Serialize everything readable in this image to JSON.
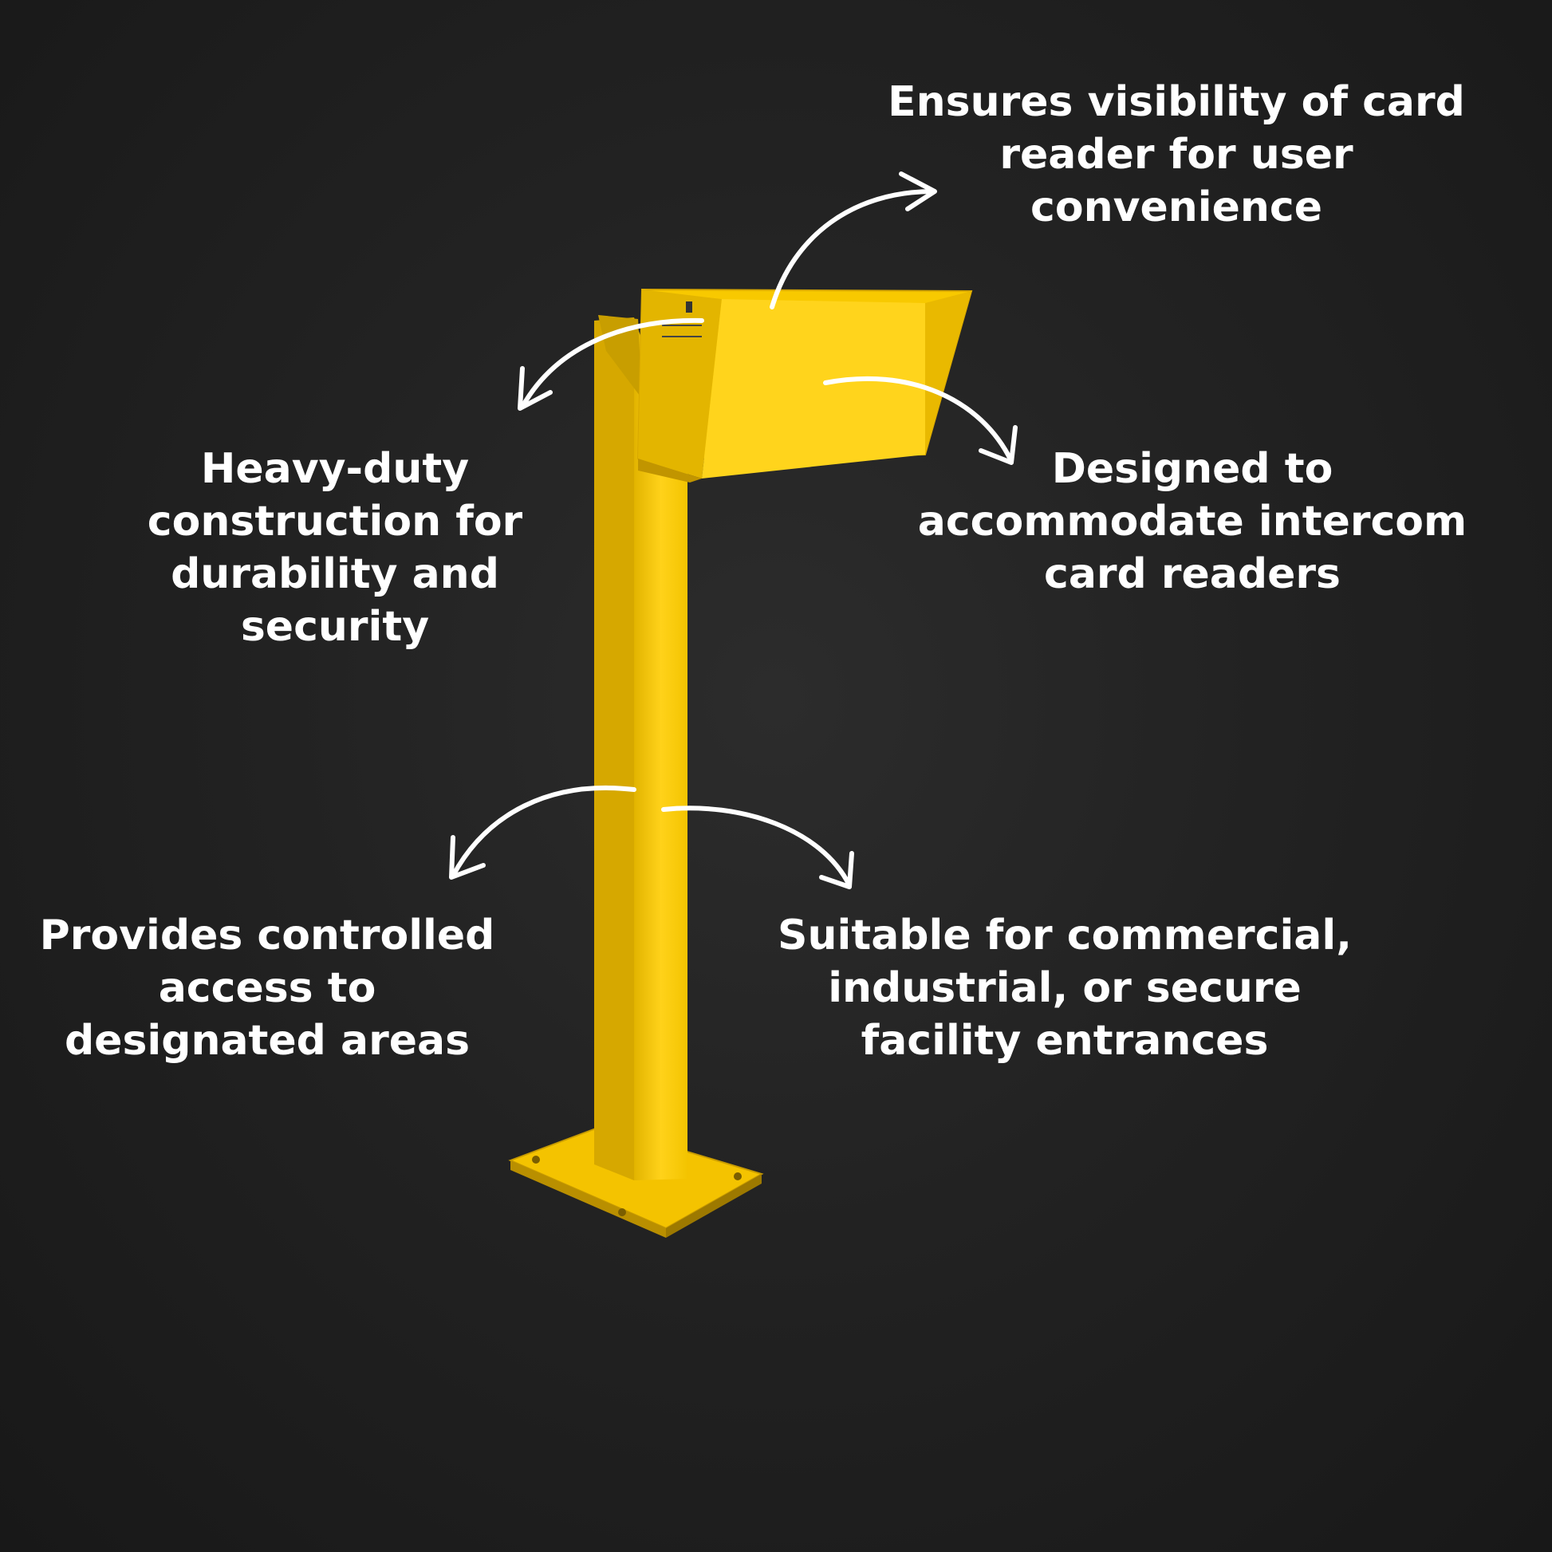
{
  "callouts": {
    "visibility": "Ensures visibility of card\nreader for user\nconvenience",
    "heavy_duty": "Heavy-duty\nconstruction for\ndurability and\nsecurity",
    "intercom": "Designed to\naccommodate intercom\ncard readers",
    "access": "Provides controlled\naccess to\ndesignated areas",
    "suitable": "Suitable for commercial,\nindustrial, or secure\nfacility entrances"
  },
  "colors": {
    "background": "#1e1e1e",
    "post_yellow": "#f7c800",
    "text": "#ffffff"
  },
  "icons": [
    "curved-arrow-icon"
  ]
}
